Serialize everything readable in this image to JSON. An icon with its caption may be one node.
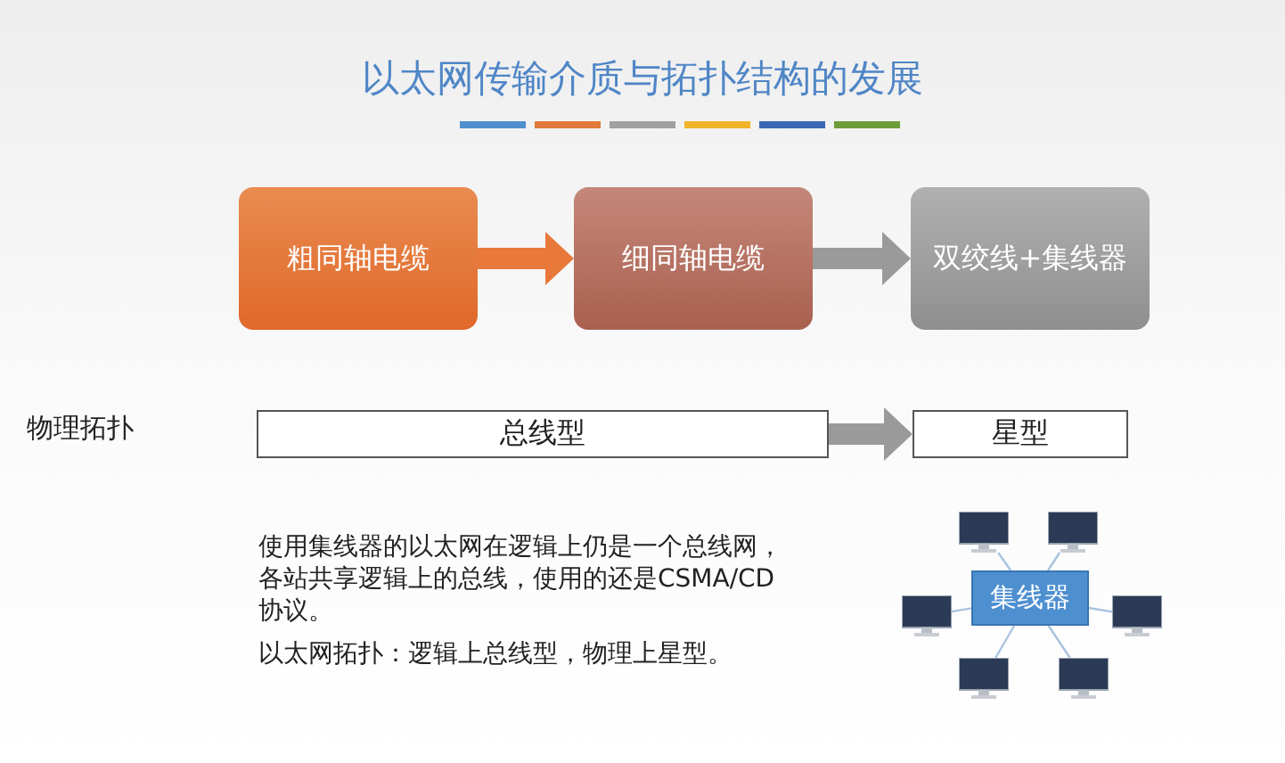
{
  "diagram": {
    "title": "以太网传输介质与拓扑结构的发展",
    "nodes": [
      {
        "text": [
          "粗同轴电缆"
        ]
      },
      {
        "text": [
          "细同轴电缆"
        ]
      },
      {
        "text": [
          "双绞线+集线器"
        ]
      },
      {
        "text": [
          "总线型"
        ]
      },
      {
        "text": [
          "星型"
        ]
      },
      {
        "text": [
          "集线器"
        ]
      },
      {
        "text": [],
        "shape": "monitor"
      },
      {
        "text": [],
        "shape": "monitor"
      },
      {
        "text": [],
        "shape": "monitor"
      },
      {
        "text": [],
        "shape": "monitor"
      },
      {
        "text": [],
        "shape": "monitor"
      },
      {
        "text": [],
        "shape": "monitor"
      }
    ],
    "edges": [
      {
        "from": 0,
        "to": 1,
        "arrow": "to",
        "style": "thick",
        "color": "#e8793a"
      },
      {
        "from": 1,
        "to": 2,
        "arrow": "to",
        "style": "thick",
        "color": "#9a9a9a"
      },
      {
        "from": 3,
        "to": 4,
        "arrow": "to",
        "style": "thick",
        "color": "#9a9a9a"
      },
      {
        "from": 5,
        "to": 6,
        "arrow": "none"
      },
      {
        "from": 5,
        "to": 7,
        "arrow": "none"
      },
      {
        "from": 5,
        "to": 8,
        "arrow": "none"
      },
      {
        "from": 5,
        "to": 9,
        "arrow": "none"
      },
      {
        "from": 5,
        "to": 10,
        "arrow": "none"
      },
      {
        "from": 5,
        "to": 11,
        "arrow": "none"
      }
    ],
    "labels": [
      "物理拓扑",
      "使用集线器的以太网在逻辑上仍是一个总线网，各站共享逻辑上的总线，使用的还是CSMA/CD协议。",
      "以太网拓扑：逻辑上总线型，物理上星型。"
    ]
  }
}
